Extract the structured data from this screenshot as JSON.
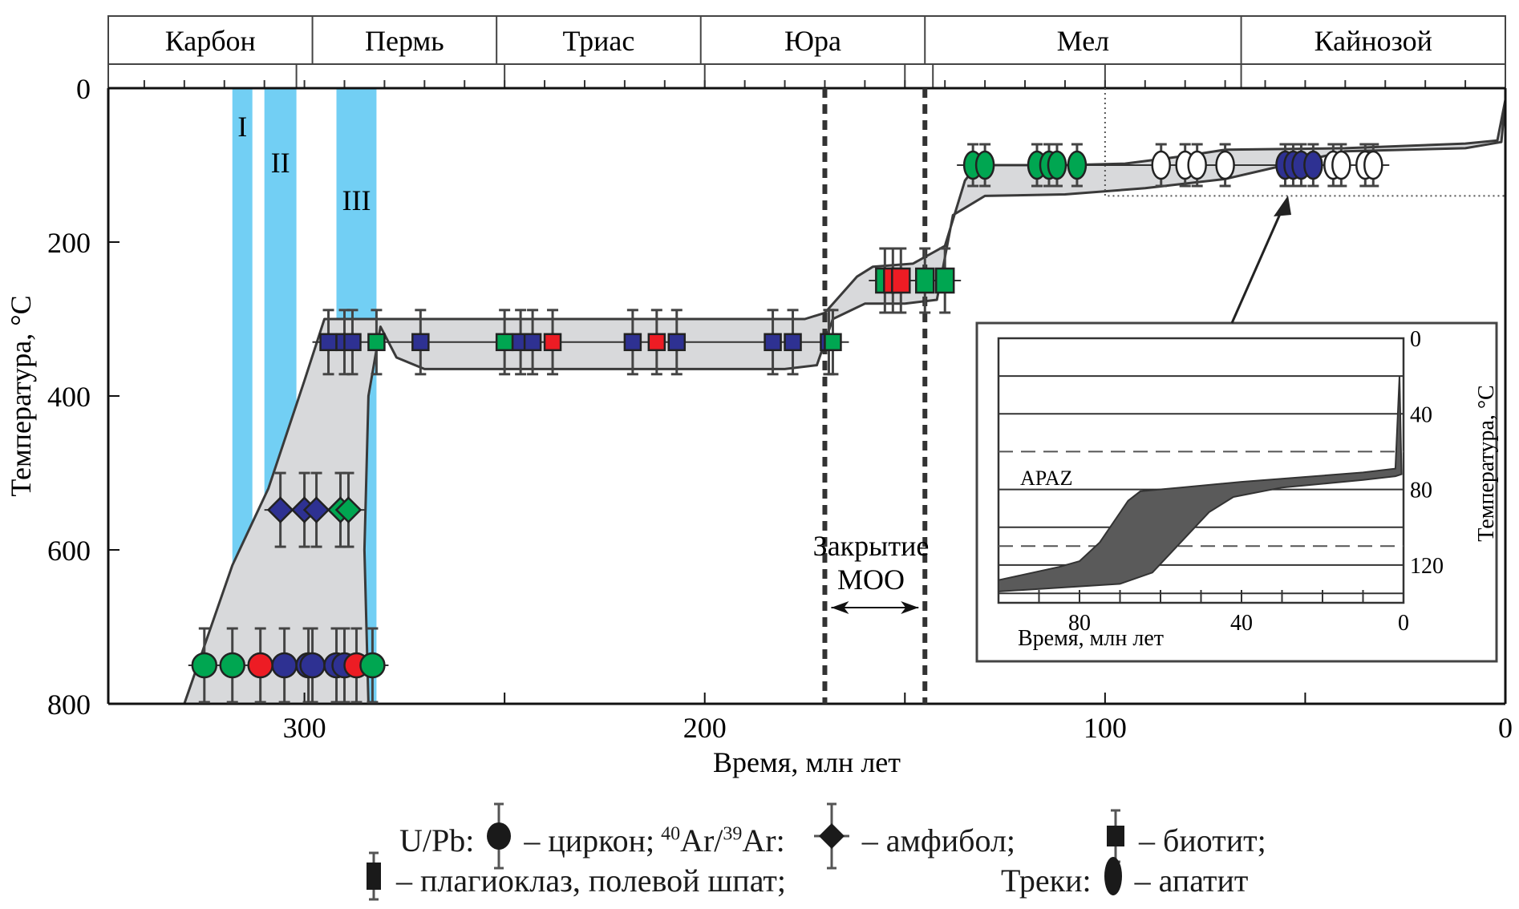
{
  "chart_data": {
    "type": "scatter",
    "title": "",
    "xlabel": "Время, млн лет",
    "ylabel": "Температура, °C",
    "xlim": [
      349,
      0
    ],
    "ylim": [
      800,
      0
    ],
    "x_reversed": true,
    "y_reversed": true,
    "x_ticks": [
      300,
      200,
      100,
      0
    ],
    "y_ticks": [
      0,
      200,
      400,
      600,
      800
    ],
    "grid": false,
    "periods": [
      {
        "name": "Карбон",
        "start": 349,
        "end": 298
      },
      {
        "name": "Пермь",
        "start": 298,
        "end": 252
      },
      {
        "name": "Триас",
        "start": 252,
        "end": 201
      },
      {
        "name": "Юра",
        "start": 201,
        "end": 145
      },
      {
        "name": "Мел",
        "start": 145,
        "end": 66
      },
      {
        "name": "Кайнозой",
        "start": 66,
        "end": 0
      }
    ],
    "period_subdivisions": [
      349,
      302,
      250,
      200,
      150,
      143,
      100,
      66,
      0
    ],
    "bands": [
      {
        "label": "I",
        "from": 318,
        "to": 313,
        "color": "#72CFF4"
      },
      {
        "label": "II",
        "from": 310,
        "to": 302,
        "color": "#72CFF4"
      },
      {
        "label": "III",
        "from": 292,
        "to": 282,
        "color": "#72CFF4"
      }
    ],
    "closure_lines": [
      170,
      145
    ],
    "closure_annotation": {
      "line1": "Закрытие",
      "line2": "МОО",
      "from": 170,
      "to": 145
    },
    "envelope_upper": [
      [
        330,
        800
      ],
      [
        318,
        620
      ],
      [
        309,
        520
      ],
      [
        300,
        380
      ],
      [
        295,
        300
      ],
      [
        175,
        300
      ],
      [
        170,
        292
      ],
      [
        162,
        245
      ],
      [
        158,
        232
      ],
      [
        148,
        228
      ],
      [
        140,
        205
      ],
      [
        135,
        120
      ],
      [
        132,
        100
      ],
      [
        110,
        100
      ],
      [
        95,
        98
      ],
      [
        80,
        88
      ],
      [
        70,
        80
      ],
      [
        40,
        78
      ],
      [
        10,
        72
      ],
      [
        2,
        68
      ],
      [
        0,
        15
      ]
    ],
    "envelope_lower": [
      [
        0,
        15
      ],
      [
        1,
        70
      ],
      [
        10,
        78
      ],
      [
        40,
        82
      ],
      [
        55,
        100
      ],
      [
        70,
        118
      ],
      [
        90,
        130
      ],
      [
        110,
        138
      ],
      [
        130,
        140
      ],
      [
        138,
        165
      ],
      [
        142,
        275
      ],
      [
        150,
        280
      ],
      [
        160,
        280
      ],
      [
        168,
        300
      ],
      [
        172,
        360
      ],
      [
        180,
        365
      ],
      [
        270,
        365
      ],
      [
        277,
        350
      ],
      [
        281,
        310
      ],
      [
        284,
        400
      ],
      [
        285,
        600
      ],
      [
        284,
        800
      ]
    ],
    "series": [
      {
        "name": "U/Pb циркон",
        "marker": "circle",
        "T": 750,
        "points": [
          {
            "t": 325,
            "color": "green"
          },
          {
            "t": 318,
            "color": "green"
          },
          {
            "t": 311,
            "color": "red"
          },
          {
            "t": 305,
            "color": "blue"
          },
          {
            "t": 299,
            "color": "blue"
          },
          {
            "t": 298,
            "color": "blue"
          },
          {
            "t": 292,
            "color": "blue"
          },
          {
            "t": 290,
            "color": "blue"
          },
          {
            "t": 287,
            "color": "red"
          },
          {
            "t": 283,
            "color": "green"
          }
        ]
      },
      {
        "name": "Ar/Ar амфибол",
        "marker": "diamond",
        "T": 548,
        "points": [
          {
            "t": 306,
            "color": "blue"
          },
          {
            "t": 300,
            "color": "blue"
          },
          {
            "t": 297,
            "color": "blue"
          },
          {
            "t": 291,
            "color": "green"
          },
          {
            "t": 289,
            "color": "green"
          }
        ]
      },
      {
        "name": "Ar/Ar биотит / плагиоклаз, полевой шпат",
        "marker": "square",
        "T": 330,
        "points": [
          {
            "t": 294,
            "color": "blue"
          },
          {
            "t": 290,
            "color": "blue"
          },
          {
            "t": 288,
            "color": "blue"
          },
          {
            "t": 282,
            "color": "green"
          },
          {
            "t": 271,
            "color": "blue"
          },
          {
            "t": 250,
            "color": "green"
          },
          {
            "t": 246,
            "color": "blue"
          },
          {
            "t": 243,
            "color": "blue"
          },
          {
            "t": 238,
            "color": "red"
          },
          {
            "t": 218,
            "color": "blue"
          },
          {
            "t": 212,
            "color": "red"
          },
          {
            "t": 207,
            "color": "blue"
          },
          {
            "t": 183,
            "color": "blue"
          },
          {
            "t": 178,
            "color": "blue"
          },
          {
            "t": 169,
            "color": "blue"
          },
          {
            "t": 168,
            "color": "green"
          }
        ]
      },
      {
        "name": "Ar/Ar плагиоклаз, полевой шпат",
        "marker": "square",
        "T": 250,
        "points": [
          {
            "t": 155,
            "color": "green"
          },
          {
            "t": 153,
            "color": "red"
          },
          {
            "t": 151,
            "color": "red"
          },
          {
            "t": 145,
            "color": "green"
          },
          {
            "t": 140,
            "color": "green"
          }
        ]
      },
      {
        "name": "Треки апатит",
        "marker": "ellipse",
        "T": 100,
        "points": [
          {
            "t": 133,
            "color": "green"
          },
          {
            "t": 130,
            "color": "green"
          },
          {
            "t": 117,
            "color": "green"
          },
          {
            "t": 114,
            "color": "green"
          },
          {
            "t": 112,
            "color": "green"
          },
          {
            "t": 107,
            "color": "green"
          },
          {
            "t": 86,
            "color": "white"
          },
          {
            "t": 80,
            "color": "white"
          },
          {
            "t": 77,
            "color": "white"
          },
          {
            "t": 70,
            "color": "white"
          },
          {
            "t": 55,
            "color": "blue"
          },
          {
            "t": 53,
            "color": "blue"
          },
          {
            "t": 51,
            "color": "blue"
          },
          {
            "t": 48,
            "color": "blue"
          },
          {
            "t": 43,
            "color": "white"
          },
          {
            "t": 41,
            "color": "white"
          },
          {
            "t": 35,
            "color": "white"
          },
          {
            "t": 33,
            "color": "white"
          }
        ]
      }
    ],
    "colors": {
      "green": "#00A651",
      "red": "#ED1C24",
      "blue": "#2E3192",
      "white": "#ffffff",
      "envelope": "#D8D9DB",
      "band": "#72CFF4"
    },
    "inset": {
      "xlabel": "Время, млн лет",
      "ylabel": "Температура, °C",
      "xlim": [
        100,
        0
      ],
      "ylim": [
        140,
        0
      ],
      "x_ticks": [
        80,
        40,
        0
      ],
      "x_minor": [
        90,
        70,
        60,
        50,
        30,
        20,
        10
      ],
      "y_ticks": [
        0,
        40,
        80,
        120
      ],
      "hlines_solid": [
        0,
        20,
        40,
        80,
        100,
        120,
        135
      ],
      "hlines_dashed": [
        60,
        110
      ],
      "zone_label": "APAZ",
      "envelope_upper": [
        [
          100,
          128
        ],
        [
          85,
          121
        ],
        [
          80,
          118
        ],
        [
          75,
          108
        ],
        [
          68,
          86
        ],
        [
          65,
          81
        ],
        [
          55,
          79
        ],
        [
          40,
          76
        ],
        [
          10,
          71
        ],
        [
          2,
          69
        ],
        [
          1,
          20
        ]
      ],
      "envelope_lower": [
        [
          1,
          20
        ],
        [
          0.5,
          72
        ],
        [
          2,
          73
        ],
        [
          10,
          75
        ],
        [
          30,
          79
        ],
        [
          42,
          84
        ],
        [
          48,
          92
        ],
        [
          55,
          108
        ],
        [
          62,
          124
        ],
        [
          70,
          130
        ],
        [
          100,
          134
        ]
      ],
      "envelope_color": "#5A5A5A"
    },
    "legend": {
      "upb_label": "U/Pb:",
      "zircon": "– циркон;",
      "ar_prefix_40": "40",
      "ar_mid": "Ar/",
      "ar_prefix_39": "39",
      "ar_suffix": "Ar:",
      "amphibole": "– амфибол;",
      "biotite": "– биотит;",
      "plagioclase": "– плагиоклаз, полевой шпат;",
      "tracks_label": "Треки:",
      "apatite": "– апатит"
    }
  }
}
